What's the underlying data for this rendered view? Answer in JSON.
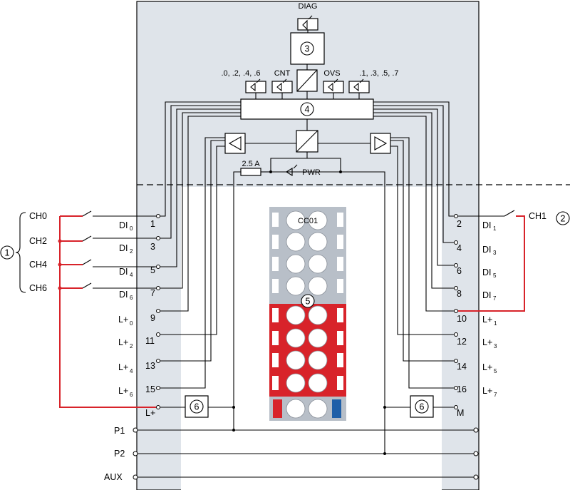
{
  "top": {
    "diag_label": "DIAG",
    "cnt_label": "CNT",
    "ovs_label": "OVS",
    "even_leds_label": ".0, .2, .4, .6",
    "odd_leds_label": ".1, .3, .5, .7"
  },
  "callouts": [
    "1",
    "2",
    "3",
    "4",
    "5",
    "6",
    "6"
  ],
  "fuse": {
    "label": "2.5 A"
  },
  "pwr": {
    "label": "PWR"
  },
  "color_code": {
    "label": "CC01"
  },
  "channels_left": [
    {
      "name": "CH0",
      "di": "DI",
      "di_sub": "0",
      "terminal": "1"
    },
    {
      "name": "CH2",
      "di": "DI",
      "di_sub": "2",
      "terminal": "3"
    },
    {
      "name": "CH4",
      "di": "DI",
      "di_sub": "4",
      "terminal": "5"
    },
    {
      "name": "CH6",
      "di": "DI",
      "di_sub": "6",
      "terminal": "7"
    }
  ],
  "channel_right": {
    "name": "CH1"
  },
  "di_right": [
    {
      "di": "DI",
      "di_sub": "1",
      "terminal": "2"
    },
    {
      "di": "DI",
      "di_sub": "3",
      "terminal": "4"
    },
    {
      "di": "DI",
      "di_sub": "5",
      "terminal": "6"
    },
    {
      "di": "DI",
      "di_sub": "7",
      "terminal": "8"
    }
  ],
  "supply_left": [
    {
      "label": "L+",
      "sub": "0",
      "terminal": "9"
    },
    {
      "label": "L+",
      "sub": "2",
      "terminal": "11"
    },
    {
      "label": "L+",
      "sub": "4",
      "terminal": "13"
    },
    {
      "label": "L+",
      "sub": "6",
      "terminal": "15"
    }
  ],
  "supply_right": [
    {
      "label": "L+",
      "sub": "1",
      "terminal": "10"
    },
    {
      "label": "L+",
      "sub": "3",
      "terminal": "12"
    },
    {
      "label": "L+",
      "sub": "5",
      "terminal": "14"
    },
    {
      "label": "L+",
      "sub": "7",
      "terminal": "16"
    }
  ],
  "lplus_label": "L+",
  "m_label": "M",
  "buses": {
    "p1": "P1",
    "p2": "P2",
    "aux": "AUX"
  },
  "colors": {
    "module_bg": "#dfe4ea",
    "wire_red": "#d8232a",
    "connector_gray": "#b8bfc8",
    "accent_blue": "#1f5fa8"
  }
}
